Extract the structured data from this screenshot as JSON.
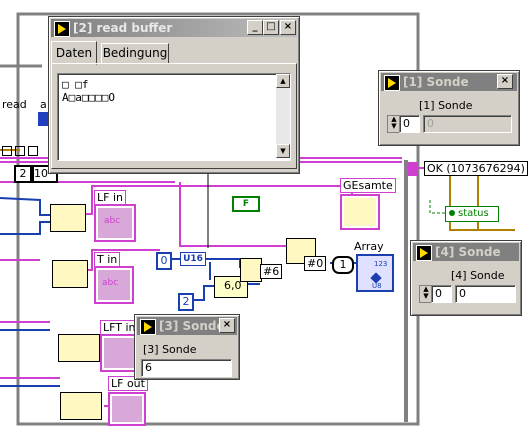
{
  "diagram": {
    "labels": {
      "read": "read",
      "a": "a",
      "two_const": "2",
      "ten_const": "10",
      "lf_in": "LF in",
      "t_in": "T in",
      "lft_in": "LFT in",
      "lf_out": "LF out",
      "gesamte": "GEsamte",
      "array": "Array",
      "zero_const": "0",
      "u16": "U16",
      "two_const_b": "2",
      "div_label": "6,0",
      "hash6": "#6",
      "hash0": "#0",
      "one_const": "1",
      "f_bool": "F",
      "ok_text": "OK (1073676294)",
      "status": "status",
      "abc": "abc",
      "u8": "U8"
    },
    "colors": {
      "string_wire": "#d040d0",
      "int_wire": "#1a3fb0",
      "bool_wire": "#008000",
      "error_wire": "#c0a000"
    }
  },
  "windows": {
    "read_buffer": {
      "title": "[2] read buffer",
      "tabs": [
        "Daten",
        "Bedingung"
      ],
      "active_tab": 0,
      "lines": [
        "□ □f",
        "A□a□□□□O"
      ],
      "min_label": "_",
      "max_label": "□",
      "close_label": "×"
    },
    "sonde1": {
      "title": "[1] Sonde",
      "label": "[1] Sonde",
      "index_value": "0",
      "value": "0",
      "close_label": "×"
    },
    "sonde3": {
      "title": "[3] Sonde",
      "label": "[3] Sonde",
      "value": "6",
      "close_label": "×"
    },
    "sonde4": {
      "title": "[4] Sonde",
      "label": "[4] Sonde",
      "index_value": "0",
      "value": "0"
    }
  }
}
